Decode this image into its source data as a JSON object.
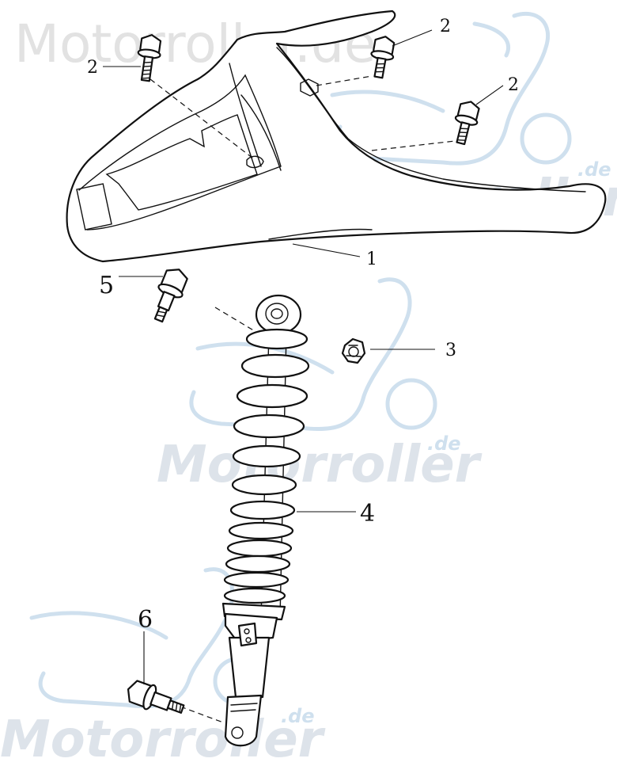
{
  "watermark": {
    "top_text": "Motorroller.de",
    "brand": "Motorroller",
    "suffix": ".de",
    "color": "#dde3ea",
    "logo_color": "#cfe0ee"
  },
  "callouts": {
    "part_1": "1",
    "part_2_a": "2",
    "part_2_b": "2",
    "part_2_c": "2",
    "part_3": "3",
    "part_4": "4",
    "part_5": "5",
    "part_6": "6"
  }
}
